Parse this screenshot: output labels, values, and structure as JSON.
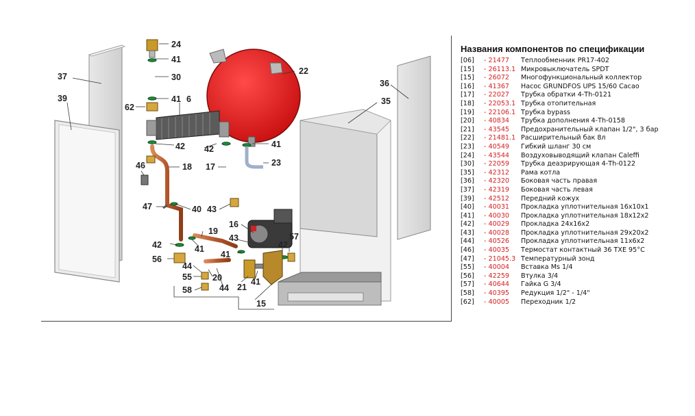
{
  "spec": {
    "title": "Названия компонентов по спецификации",
    "rows": [
      {
        "ref": "[06]",
        "code": "- 21477",
        "name": "Теплообменник PR17-402"
      },
      {
        "ref": "[15]",
        "code": "- 26113.1",
        "name": "Микровыключатель SPDT"
      },
      {
        "ref": "[15]",
        "code": "- 26072",
        "name": "Многофункциональный коллектор"
      },
      {
        "ref": "[16]",
        "code": "- 41367",
        "name": "Насос GRUNDFOS UPS 15/60 Cacao"
      },
      {
        "ref": "[17]",
        "code": "- 22027",
        "name": "Трубка обратки 4-Th-0121"
      },
      {
        "ref": "[18]",
        "code": "- 22053.1",
        "name": "Трубка отопительная"
      },
      {
        "ref": "[19]",
        "code": "- 22106.1",
        "name": "Трубка bypass"
      },
      {
        "ref": "[20]",
        "code": "- 40834",
        "name": "Трубка дополнения 4-Th-0158"
      },
      {
        "ref": "[21]",
        "code": "- 43545",
        "name": "Предохранительный клапан 1/2\", 3 бар"
      },
      {
        "ref": "[22]",
        "code": "- 21481.1",
        "name": "Расширительный бак 8л"
      },
      {
        "ref": "[23]",
        "code": "- 40549",
        "name": "Гибкий шланг 30 см"
      },
      {
        "ref": "[24]",
        "code": "- 43544",
        "name": "Воздуховыводящий клапан Caleffi"
      },
      {
        "ref": "[30]",
        "code": "- 22059",
        "name": "Трубка деазрирующая 4-Th-0122"
      },
      {
        "ref": "[35]",
        "code": "- 42312",
        "name": "Рама котла"
      },
      {
        "ref": "[36]",
        "code": "- 42320",
        "name": "Боковая часть правая"
      },
      {
        "ref": "[37]",
        "code": "- 42319",
        "name": "Боковая часть левая"
      },
      {
        "ref": "[39]",
        "code": "- 42512",
        "name": "Передний кожух"
      },
      {
        "ref": "[40]",
        "code": "- 40031",
        "name": "Прокладка уплотнительная 16x10x1"
      },
      {
        "ref": "[41]",
        "code": "- 40030",
        "name": "Прокладка уплотнительная 18x12x2"
      },
      {
        "ref": "[42]",
        "code": "- 40029",
        "name": "Прокладка 24x16x2"
      },
      {
        "ref": "[43]",
        "code": "- 40028",
        "name": "Прокладка уплотнительная 29x20x2"
      },
      {
        "ref": "[44]",
        "code": "- 40526",
        "name": "Прокладка уплотнительная 11x6x2"
      },
      {
        "ref": "[46]",
        "code": "- 40035",
        "name": "Термостат контактный 36 TXE 95°C"
      },
      {
        "ref": "[47]",
        "code": "- 21045.3",
        "name": "Температурный зонд"
      },
      {
        "ref": "[55]",
        "code": "- 40004",
        "name": "Вставка Ms 1/4"
      },
      {
        "ref": "[56]",
        "code": "- 42259",
        "name": "Втулка 3/4"
      },
      {
        "ref": "[57]",
        "code": "- 40644",
        "name": "Гайка G 3/4"
      },
      {
        "ref": "[58]",
        "code": "- 40395",
        "name": "Редукция 1/2\" - 1/4\""
      },
      {
        "ref": "[62]",
        "code": "- 40005",
        "name": "Переходник 1/2"
      }
    ]
  },
  "diagram": {
    "callouts": {
      "c24": "24",
      "c41a": "41",
      "c30": "30",
      "c41b": "41",
      "c6": "6",
      "c62": "62",
      "c22": "22",
      "c37": "37",
      "c39": "39",
      "c36": "36",
      "c35": "35",
      "c42a": "42",
      "c42b": "42",
      "c41c": "41",
      "c23": "23",
      "c46": "46",
      "c18": "18",
      "c17": "17",
      "c47": "47",
      "c40": "40",
      "c43a": "43",
      "c16": "16",
      "c43b": "43",
      "c57": "57",
      "c42c": "42",
      "c19": "19",
      "c41d": "41",
      "c41e": "41",
      "c42d": "42",
      "c56": "56",
      "c44a": "44",
      "c55": "55",
      "c20": "20",
      "c44b": "44",
      "c21": "21",
      "c41f": "41",
      "c58": "58",
      "c15": "15"
    }
  }
}
